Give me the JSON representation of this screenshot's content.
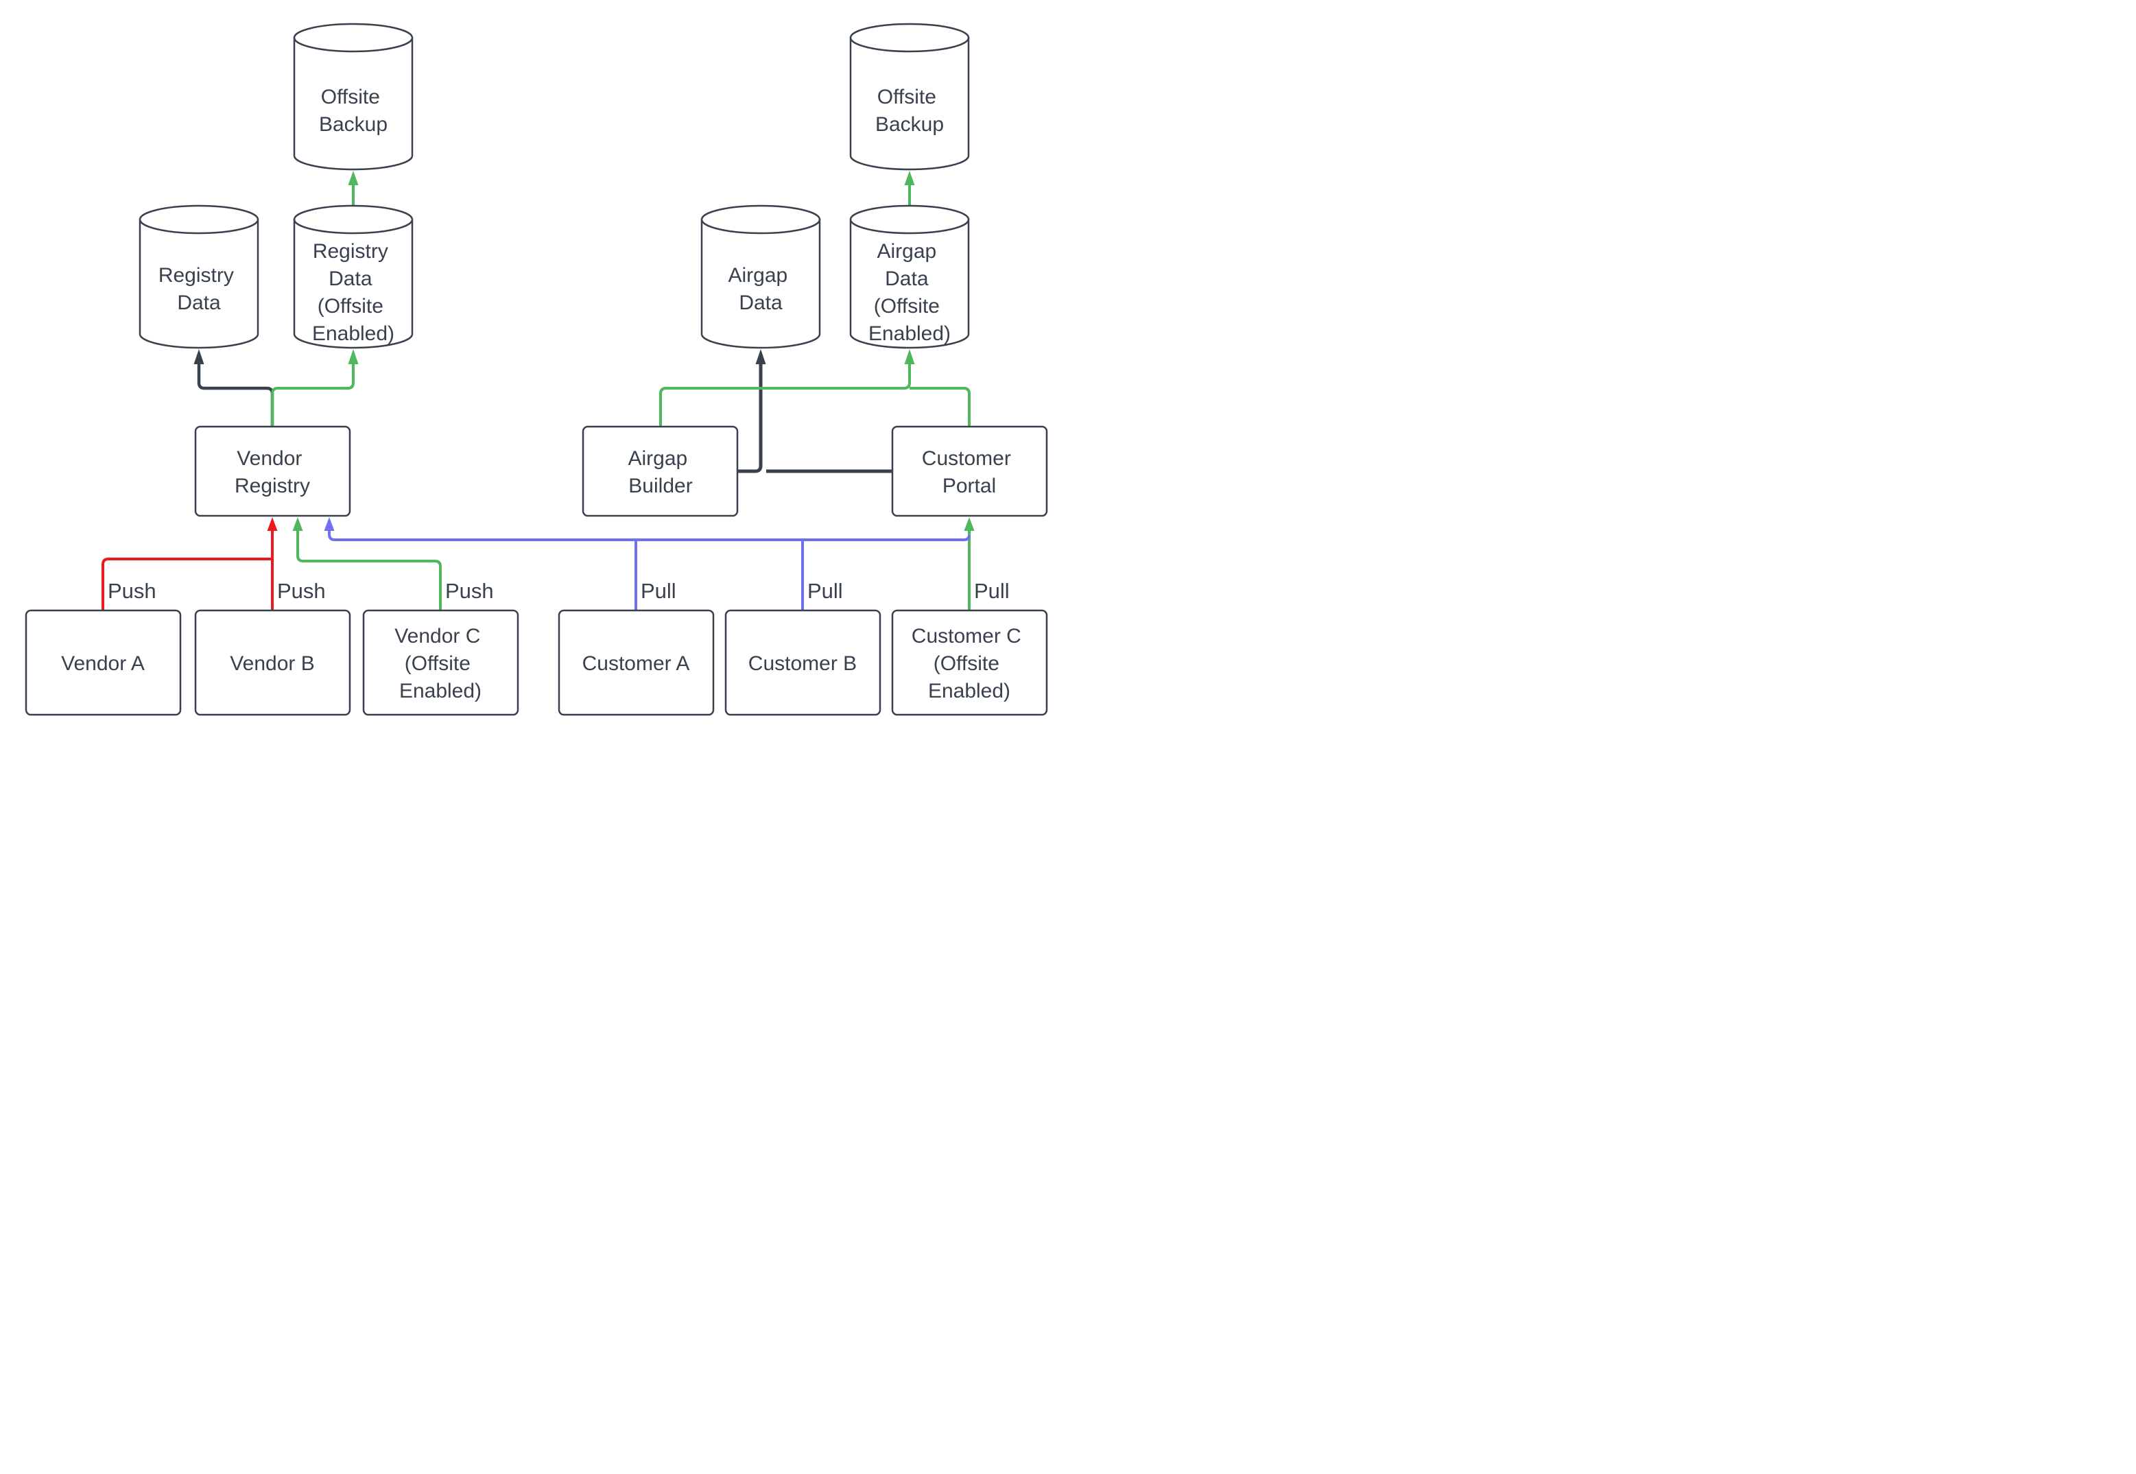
{
  "diagram": {
    "type": "flow-diagram",
    "background": "#ffffff",
    "colors": {
      "stroke": "#38414D",
      "text": "#38414D",
      "node_fill": "#FFFFFF",
      "red": "#EC1A1A",
      "green": "#4FB75C",
      "blue": "#6F6FF2",
      "dark": "#38414D"
    },
    "nodes": {
      "offsite_backup_left": {
        "shape": "cylinder",
        "lines": [
          "Offsite",
          "Backup"
        ]
      },
      "registry_data": {
        "shape": "cylinder",
        "lines": [
          "Registry",
          "Data"
        ]
      },
      "registry_data_offsite": {
        "shape": "cylinder",
        "lines": [
          "Registry",
          "Data",
          "(Offsite",
          "Enabled)"
        ]
      },
      "vendor_registry": {
        "shape": "rect",
        "lines": [
          "Vendor",
          "Registry"
        ]
      },
      "vendor_a": {
        "shape": "rect",
        "lines": [
          "Vendor A"
        ]
      },
      "vendor_b": {
        "shape": "rect",
        "lines": [
          "Vendor B"
        ]
      },
      "vendor_c": {
        "shape": "rect",
        "lines": [
          "Vendor C",
          "(Offsite",
          "Enabled)"
        ]
      },
      "offsite_backup_right": {
        "shape": "cylinder",
        "lines": [
          "Offsite",
          "Backup"
        ]
      },
      "airgap_data": {
        "shape": "cylinder",
        "lines": [
          "Airgap",
          "Data"
        ]
      },
      "airgap_data_offsite": {
        "shape": "cylinder",
        "lines": [
          "Airgap",
          "Data",
          "(Offsite",
          "Enabled)"
        ]
      },
      "airgap_builder": {
        "shape": "rect",
        "lines": [
          "Airgap",
          "Builder"
        ]
      },
      "customer_portal": {
        "shape": "rect",
        "lines": [
          "Customer",
          "Portal"
        ]
      },
      "customer_a": {
        "shape": "rect",
        "lines": [
          "Customer A"
        ]
      },
      "customer_b": {
        "shape": "rect",
        "lines": [
          "Customer B"
        ]
      },
      "customer_c": {
        "shape": "rect",
        "lines": [
          "Customer C",
          "(Offsite",
          "Enabled)"
        ]
      }
    },
    "edge_labels": {
      "push_vendor_a": "Push",
      "push_vendor_b": "Push",
      "push_vendor_c": "Push",
      "pull_customer_a": "Pull",
      "pull_customer_b": "Pull",
      "pull_customer_c": "Pull"
    }
  }
}
